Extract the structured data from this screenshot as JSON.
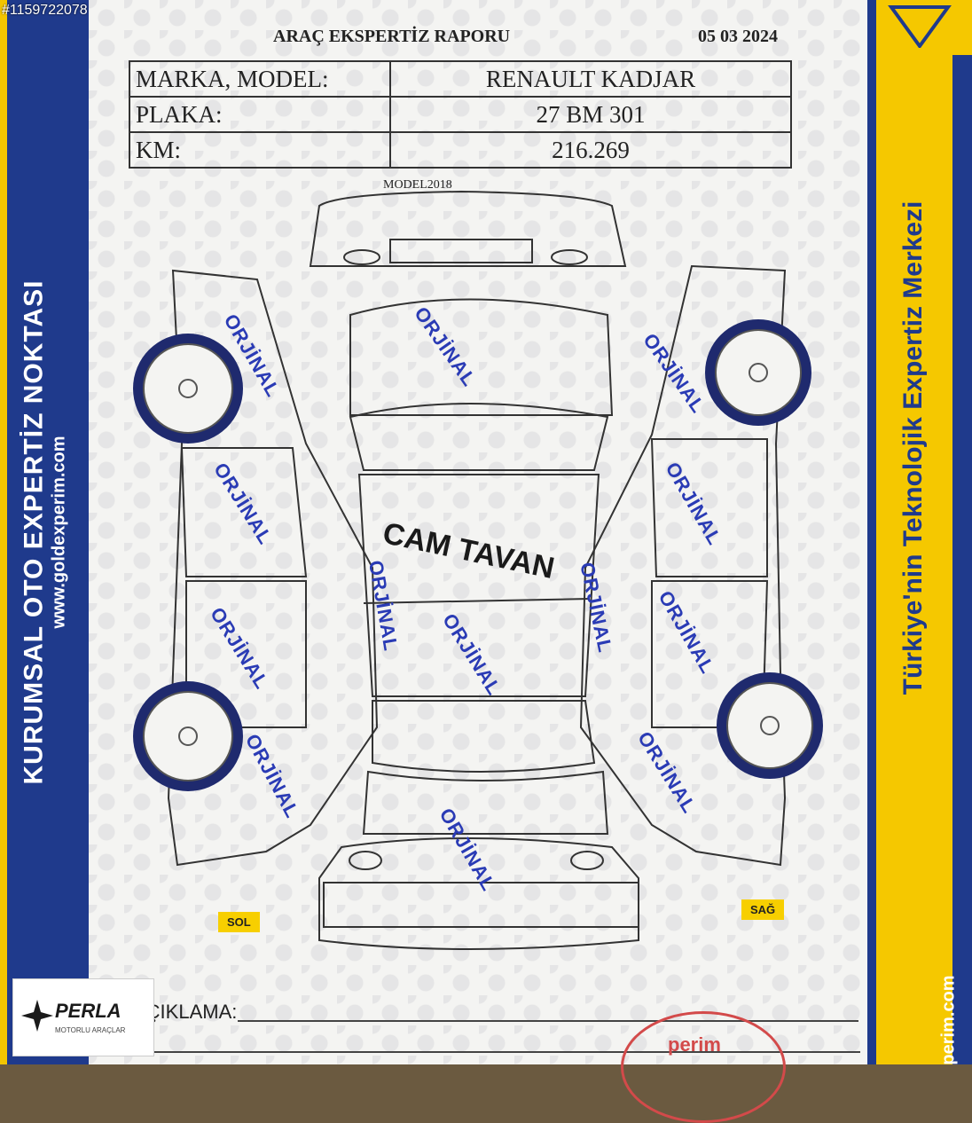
{
  "watermark_id": "#1159722078",
  "report": {
    "title": "ARAÇ EKSPERTİZ RAPORU",
    "date": "05 03 2024",
    "rows": [
      {
        "label": "MARKA, MODEL:",
        "value": "RENAULT KADJAR"
      },
      {
        "label": "PLAKA:",
        "value": "27 BM 301"
      },
      {
        "label": "KM:",
        "value": "216.269"
      }
    ],
    "model_year": "MODEL2018"
  },
  "branding": {
    "left_title": "KURUMSAL OTO EXPERTİZ NOKTASI",
    "left_url": "www.goldexperim.com",
    "right_title": "Türkiye'nin Teknolojik Expertiz Merkezi",
    "right_url": "perim.com",
    "dealer_logo": "PERLA",
    "dealer_sub": "MOTORLU ARAÇLAR",
    "seal_text": "perim"
  },
  "stamps": {
    "orjinal": "ORJİNAL",
    "roof": "CAM TAVAN"
  },
  "side_labels": {
    "left": "SOL",
    "right": "SAĞ"
  },
  "footer": {
    "label": "AÇIKLAMA:"
  },
  "colors": {
    "stamp_blue": "#2a3bb5",
    "brand_blue": "#1f3a8c",
    "brand_yellow": "#f5c800"
  }
}
